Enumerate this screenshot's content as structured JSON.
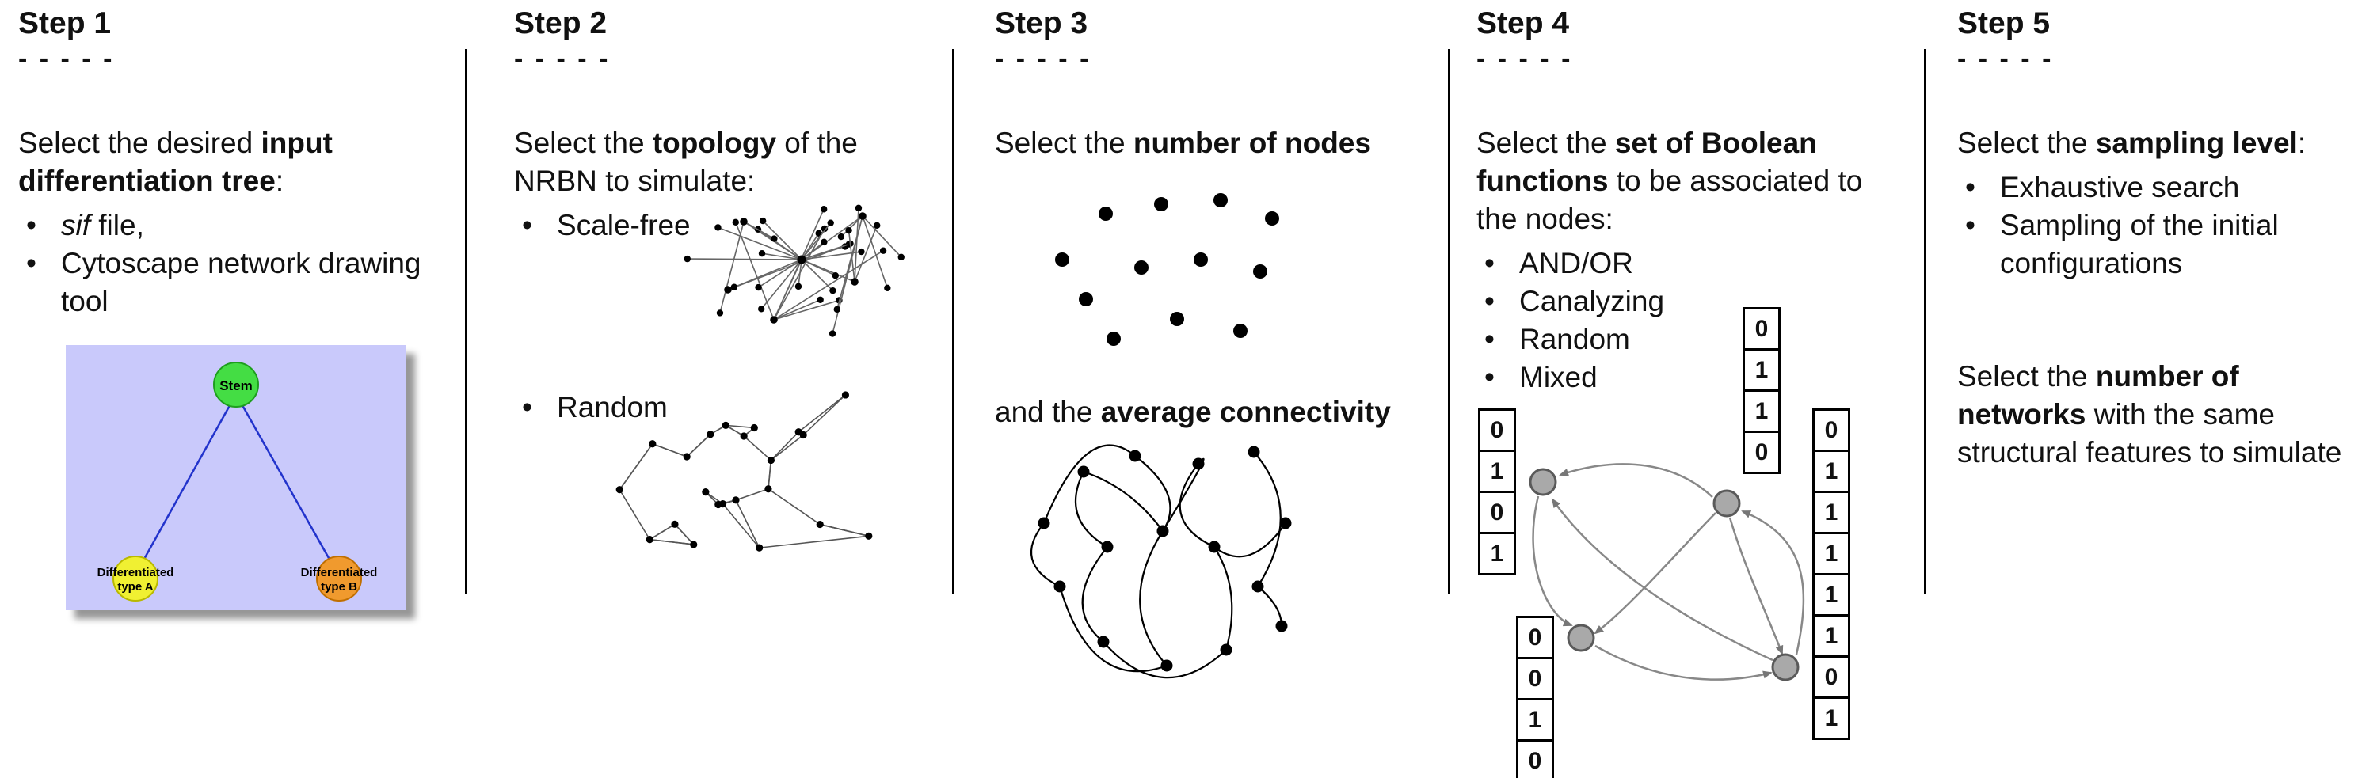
{
  "steps": [
    {
      "title": "Step 1",
      "dashes": "- - - - -",
      "intro": {
        "pre": "Select the desired ",
        "bold": "input differentiation tree",
        "post": ":"
      },
      "bullets": [
        {
          "italic": "sif",
          "text": " file,"
        },
        {
          "text": "Cytoscape network drawing tool"
        }
      ],
      "tree": {
        "stem_label": "Stem",
        "node_a_line1": "Differentiated",
        "node_a_line2": "type A",
        "node_b_line1": "Differentiated",
        "node_b_line2": "type B",
        "colors": {
          "background": "#c9c9fb",
          "stem": "#44dd44",
          "node_a": "#f0f032",
          "node_b": "#f09a2e",
          "edge": "#2233cc"
        }
      }
    },
    {
      "title": "Step 2",
      "dashes": "- - - - -",
      "intro": {
        "pre": "Select the ",
        "bold": "topology",
        "post": " of the NRBN to simulate:"
      },
      "bullets": [
        {
          "text": "Scale-free"
        },
        {
          "text": "Random"
        }
      ]
    },
    {
      "title": "Step 3",
      "dashes": "- - - - -",
      "intro": {
        "pre": "Select the ",
        "bold": "number of nodes",
        "post": ""
      },
      "second": {
        "pre": "and the ",
        "bold": "average connectivity",
        "post": ""
      }
    },
    {
      "title": "Step 4",
      "dashes": "- - - - -",
      "intro": {
        "pre": "Select the ",
        "bold": "set of Boolean functions",
        "post": " to be associated to the nodes:"
      },
      "bullets": [
        {
          "text": "AND/OR"
        },
        {
          "text": "Canalyzing"
        },
        {
          "text": "Random"
        },
        {
          "text": "Mixed"
        }
      ],
      "truth_tables": {
        "left": [
          "0",
          "1",
          "0",
          "1"
        ],
        "top": [
          "0",
          "1",
          "1",
          "0"
        ],
        "bottom": [
          "0",
          "0",
          "1",
          "0"
        ],
        "right": [
          "0",
          "1",
          "1",
          "1",
          "1",
          "1",
          "0",
          "1"
        ]
      }
    },
    {
      "title": "Step 5",
      "dashes": "- - - - -",
      "intro": {
        "pre": "Select the ",
        "bold": "sampling level",
        "post": ":"
      },
      "bullets": [
        {
          "text": "Exhaustive search"
        },
        {
          "text": "Sampling of the initial configurations"
        }
      ],
      "second": {
        "pre": "Select the ",
        "bold": "number of networks",
        "post": " with the same structural features to simulate"
      }
    }
  ]
}
